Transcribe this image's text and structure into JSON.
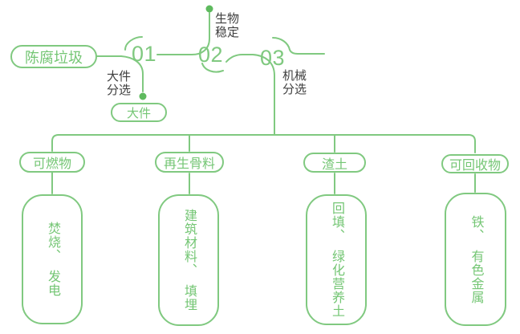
{
  "colors": {
    "green_line": "#80c980",
    "green_text": "#74c674",
    "dot_green": "#5eba5e",
    "dark_text": "#3e3e3e",
    "background": "#ffffff"
  },
  "flow": {
    "source_label": "陈腐垃圾",
    "steps": [
      {
        "number": "01",
        "process": "大件\n分选",
        "output": "大件"
      },
      {
        "number": "02",
        "process": "生物\n稳定"
      },
      {
        "number": "03",
        "process": "机械\n分选"
      }
    ]
  },
  "branches": [
    {
      "name": "可燃物",
      "detail": "焚烧、　发电"
    },
    {
      "name": "再生骨料",
      "detail": "建筑材料、　填埋"
    },
    {
      "name": "渣土",
      "detail": "回填、　绿化营养土"
    },
    {
      "name": "可回收物",
      "detail": "铁、　有色金属"
    }
  ]
}
